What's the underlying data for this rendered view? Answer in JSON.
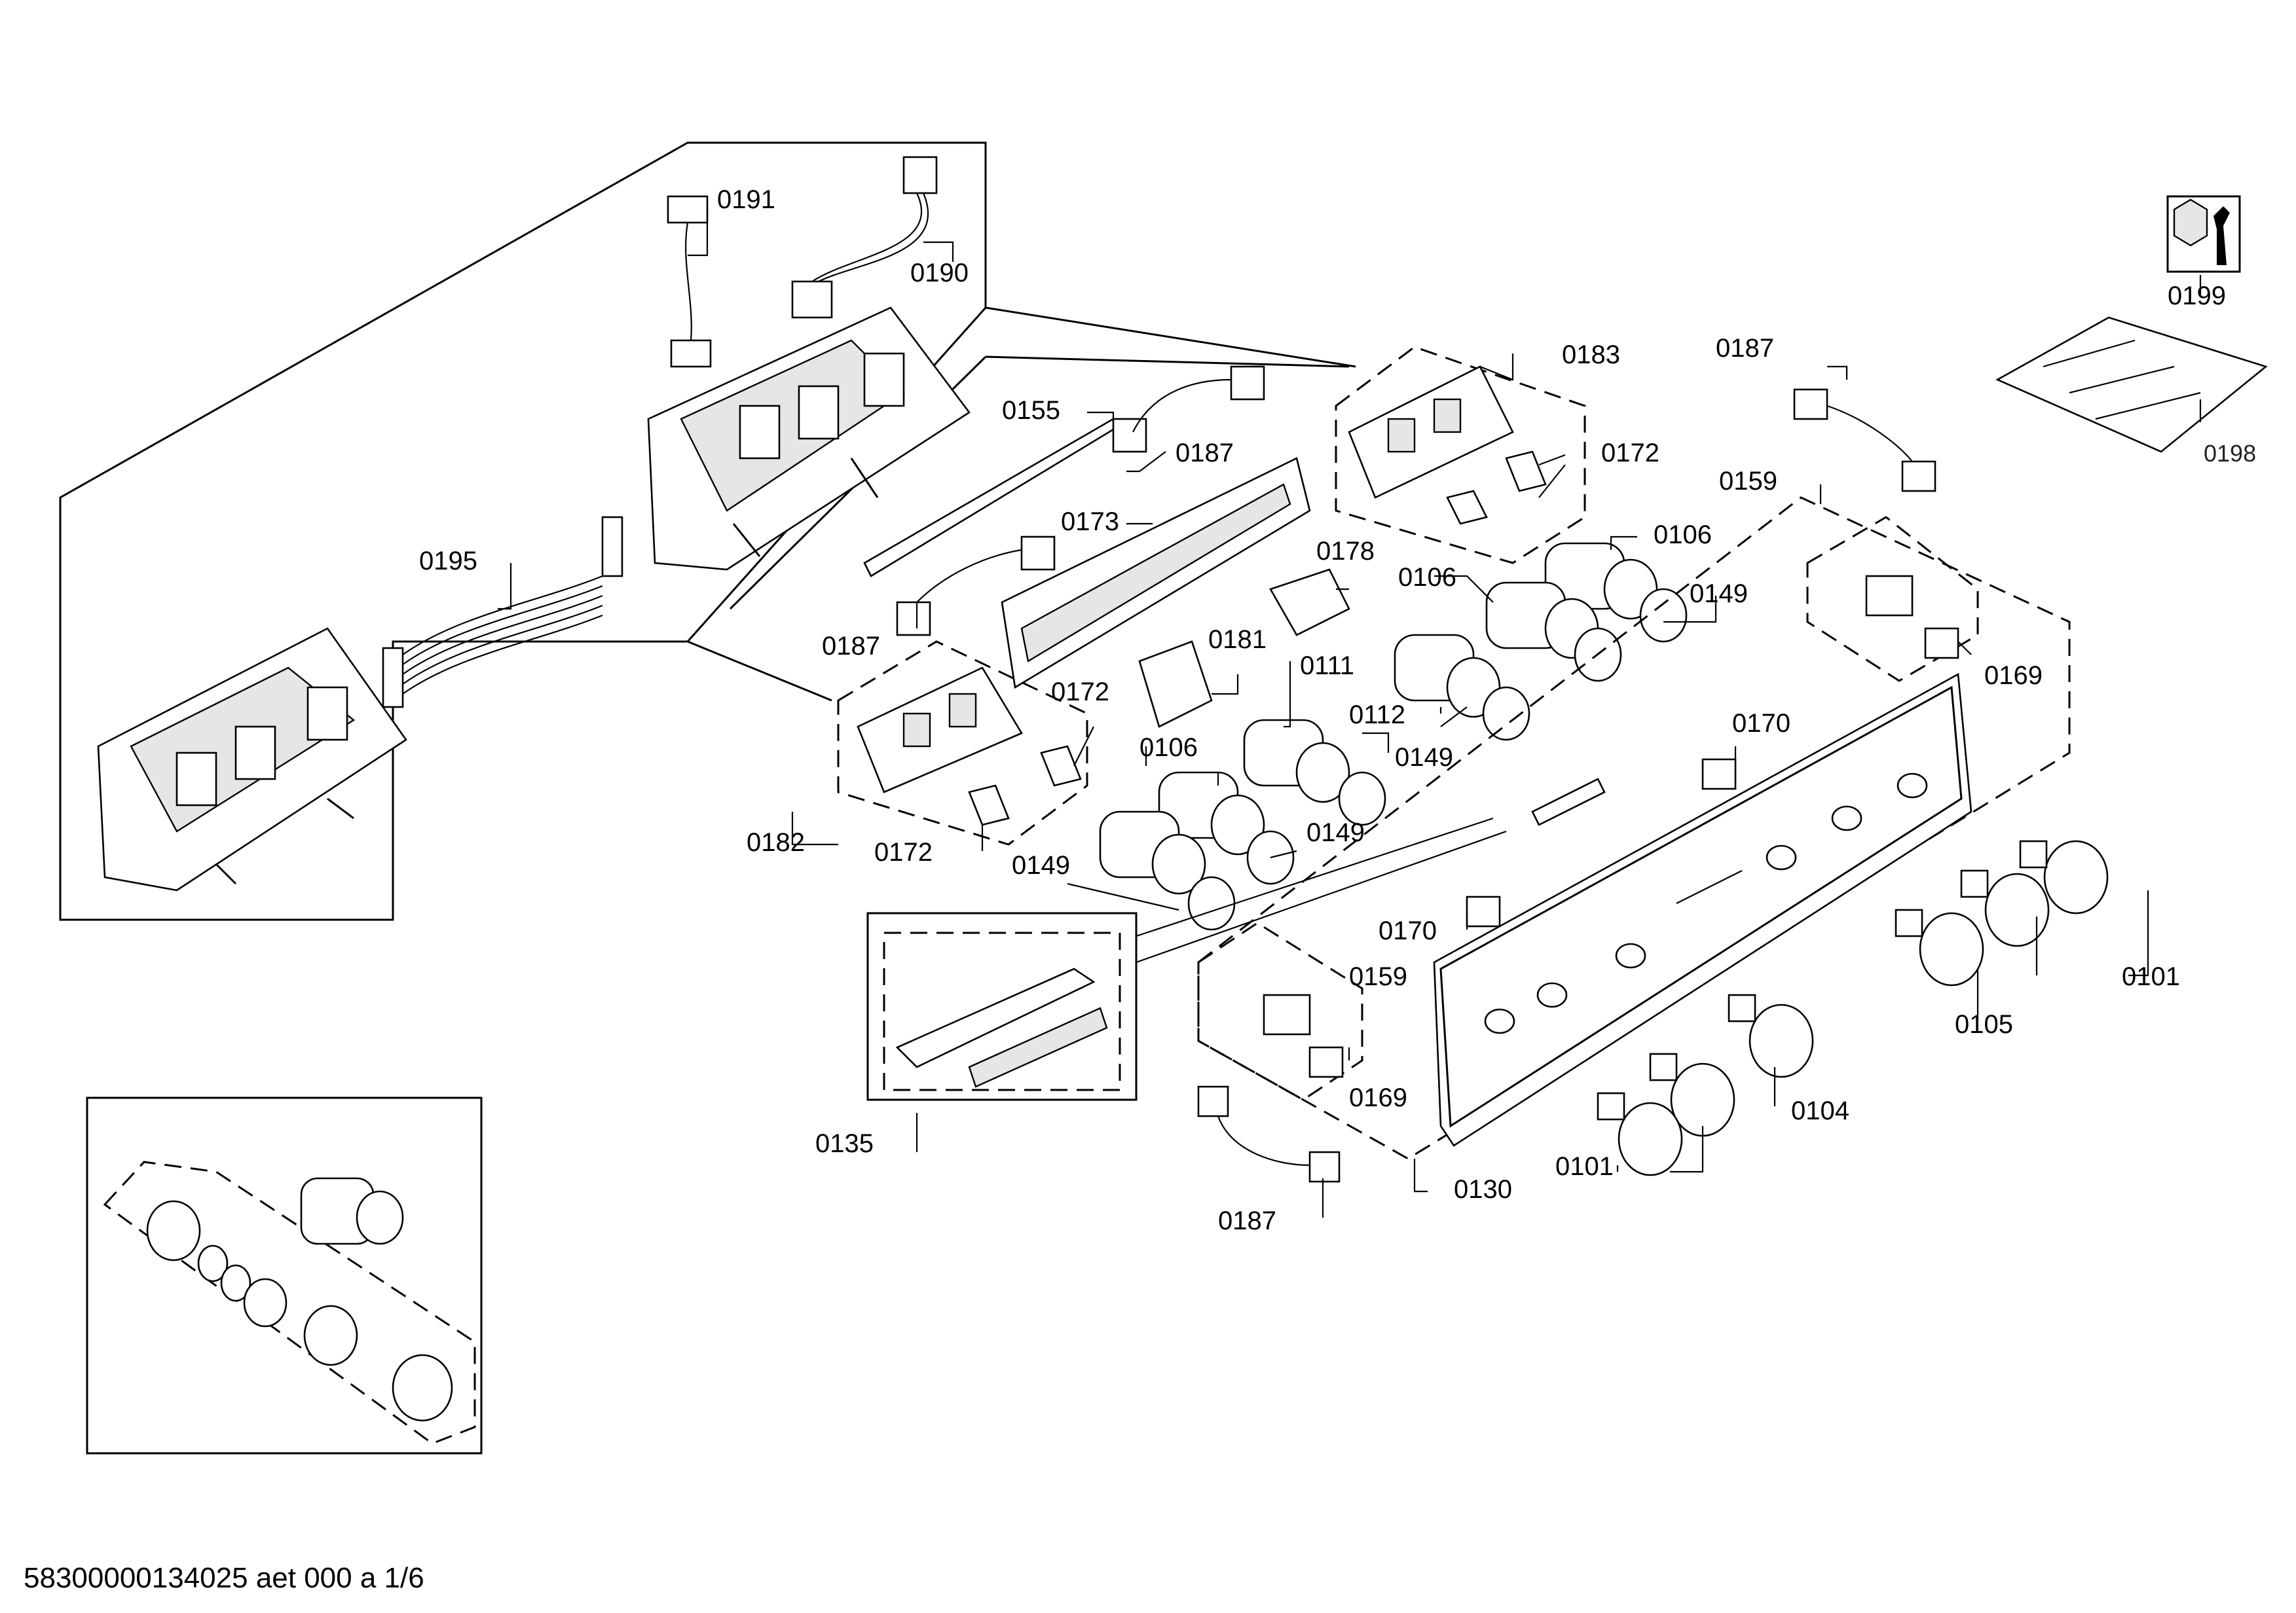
{
  "labels": {
    "l0191": "0191",
    "l0190": "0190",
    "l0195": "0195",
    "l0155": "0155",
    "l0187a": "0187",
    "l0187b": "0187",
    "l0187c": "0187",
    "l0187d": "0187",
    "l0173": "0173",
    "l0183": "0183",
    "l0172a": "0172",
    "l0172b": "0172",
    "l0172c": "0172",
    "l0178": "0178",
    "l0106a": "0106",
    "l0106b": "0106",
    "l0106c": "0106",
    "l0149a": "0149",
    "l0149b": "0149",
    "l0149c": "0149",
    "l0149d": "0149",
    "l0181": "0181",
    "l0111": "0111",
    "l0112": "0112",
    "l0182": "0182",
    "l0159a": "0159",
    "l0159b": "0159",
    "l0169a": "0169",
    "l0169b": "0169",
    "l0170a": "0170",
    "l0170b": "0170",
    "l0135": "0135",
    "l0130": "0130",
    "l0101a": "0101",
    "l0101b": "0101",
    "l0104": "0104",
    "l0105": "0105",
    "l0199": "0199",
    "l0198": "0198"
  },
  "footer": "58300000134025 aet 000 a 1/6",
  "icons": [
    "service-kit-icon",
    "wrench-icon"
  ]
}
